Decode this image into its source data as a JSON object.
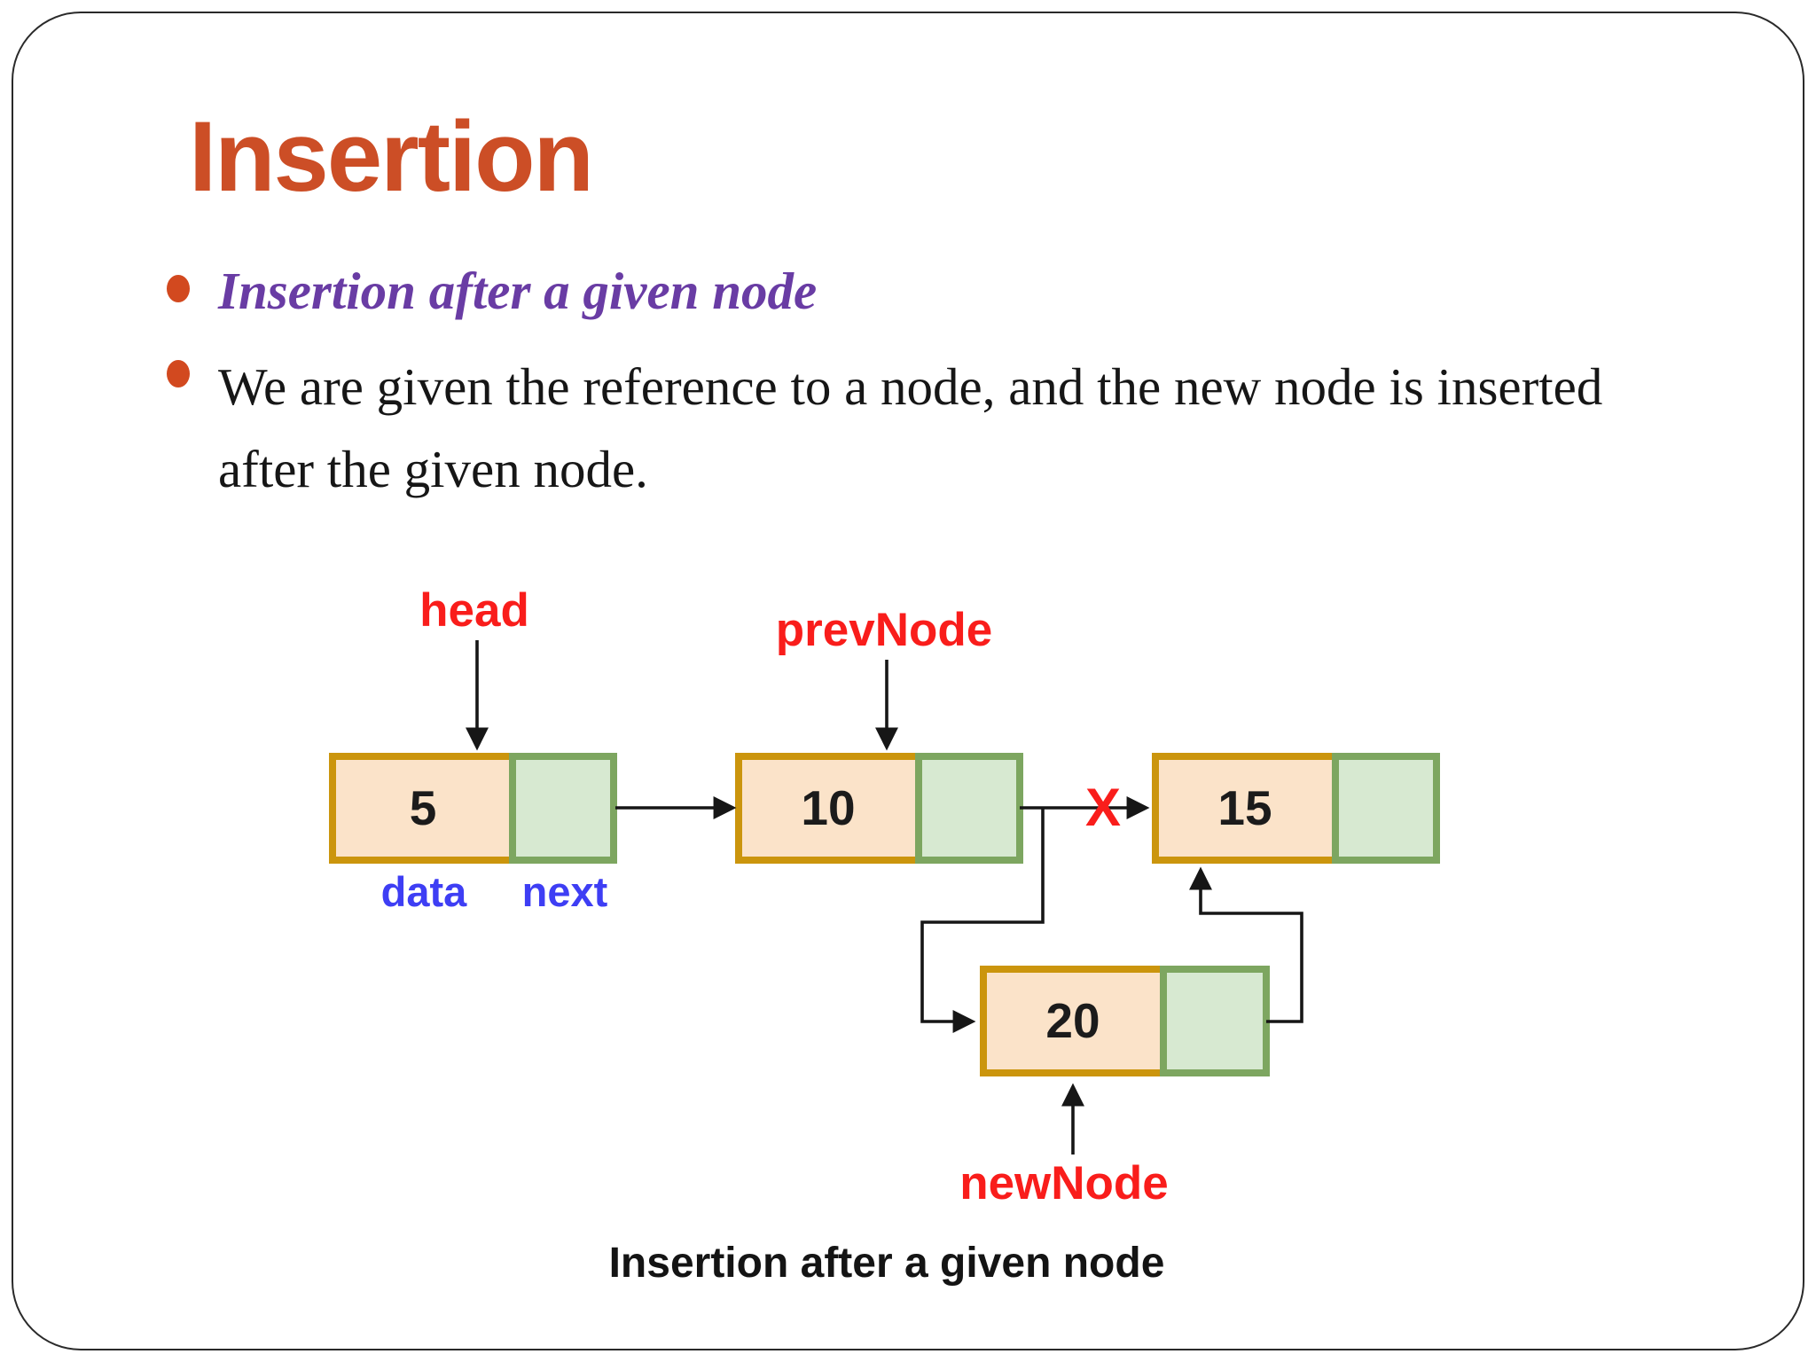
{
  "slide": {
    "title": "Insertion",
    "bullets": [
      {
        "text": "Insertion after a given node"
      },
      {
        "text": "We are given the reference to a node, and the new node is inserted after the given node."
      }
    ]
  },
  "diagram": {
    "caption": "Insertion after a given node",
    "labels": {
      "head": "head",
      "prev_node": "prevNode",
      "new_node": "newNode",
      "data_field": "data",
      "next_field": "next",
      "broken_link": "X"
    },
    "nodes": [
      {
        "value": "5"
      },
      {
        "value": "10"
      },
      {
        "value": "15"
      },
      {
        "value": "20"
      }
    ]
  },
  "colors": {
    "title": "#CC4E26",
    "bullet_dot": "#D2491F",
    "bullet1_text": "#693CA4",
    "body_text": "#161616",
    "pointer_label": "#F91D1B",
    "field_label": "#3E3EF4",
    "broken_link_x": "#F91D1B",
    "node_data_fill": "#FBE3C9",
    "node_data_border": "#CB950D",
    "node_next_fill": "#D7E9D1",
    "node_next_border": "#7DA660",
    "connector": "#161616",
    "caption_text": "#141414"
  }
}
